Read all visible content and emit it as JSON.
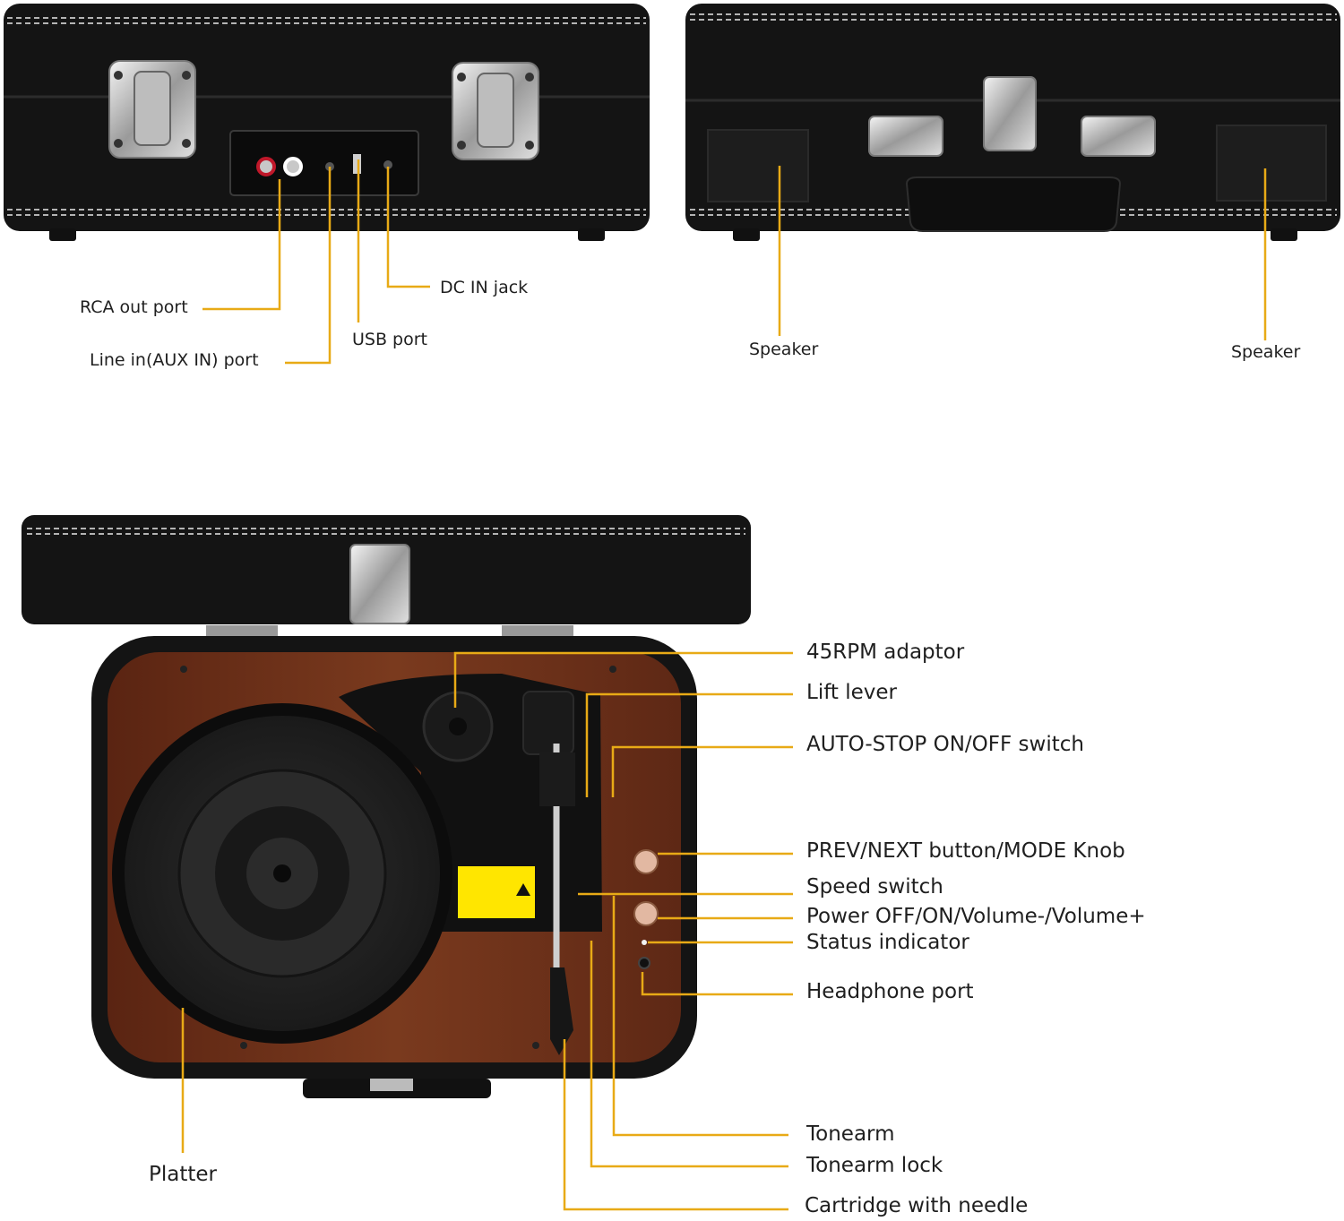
{
  "colors": {
    "leader": "#e8aa16",
    "case": "#141414",
    "stitch": "#e9e9e9",
    "wood": "#6b2e18",
    "chrome": "#cfcfcf",
    "label_sticker": "#ffe600"
  },
  "labels": {
    "rca_out": "RCA out port",
    "line_in": "Line in(AUX IN) port",
    "usb": "USB port",
    "dc_in": "DC IN jack",
    "speaker_left": "Speaker",
    "speaker_right": "Speaker",
    "adaptor_45": "45RPM adaptor",
    "lift_lever": "Lift lever",
    "auto_stop": "AUTO-STOP ON/OFF switch",
    "prev_next": "PREV/NEXT button/MODE Knob",
    "speed_switch": "Speed switch",
    "power_volume": "Power OFF/ON/Volume-/Volume+",
    "status_indicator": "Status indicator",
    "headphone_port": "Headphone port",
    "platter": "Platter",
    "tonearm": "Tonearm",
    "tonearm_lock": "Tonearm lock",
    "cartridge": "Cartridge with needle"
  }
}
